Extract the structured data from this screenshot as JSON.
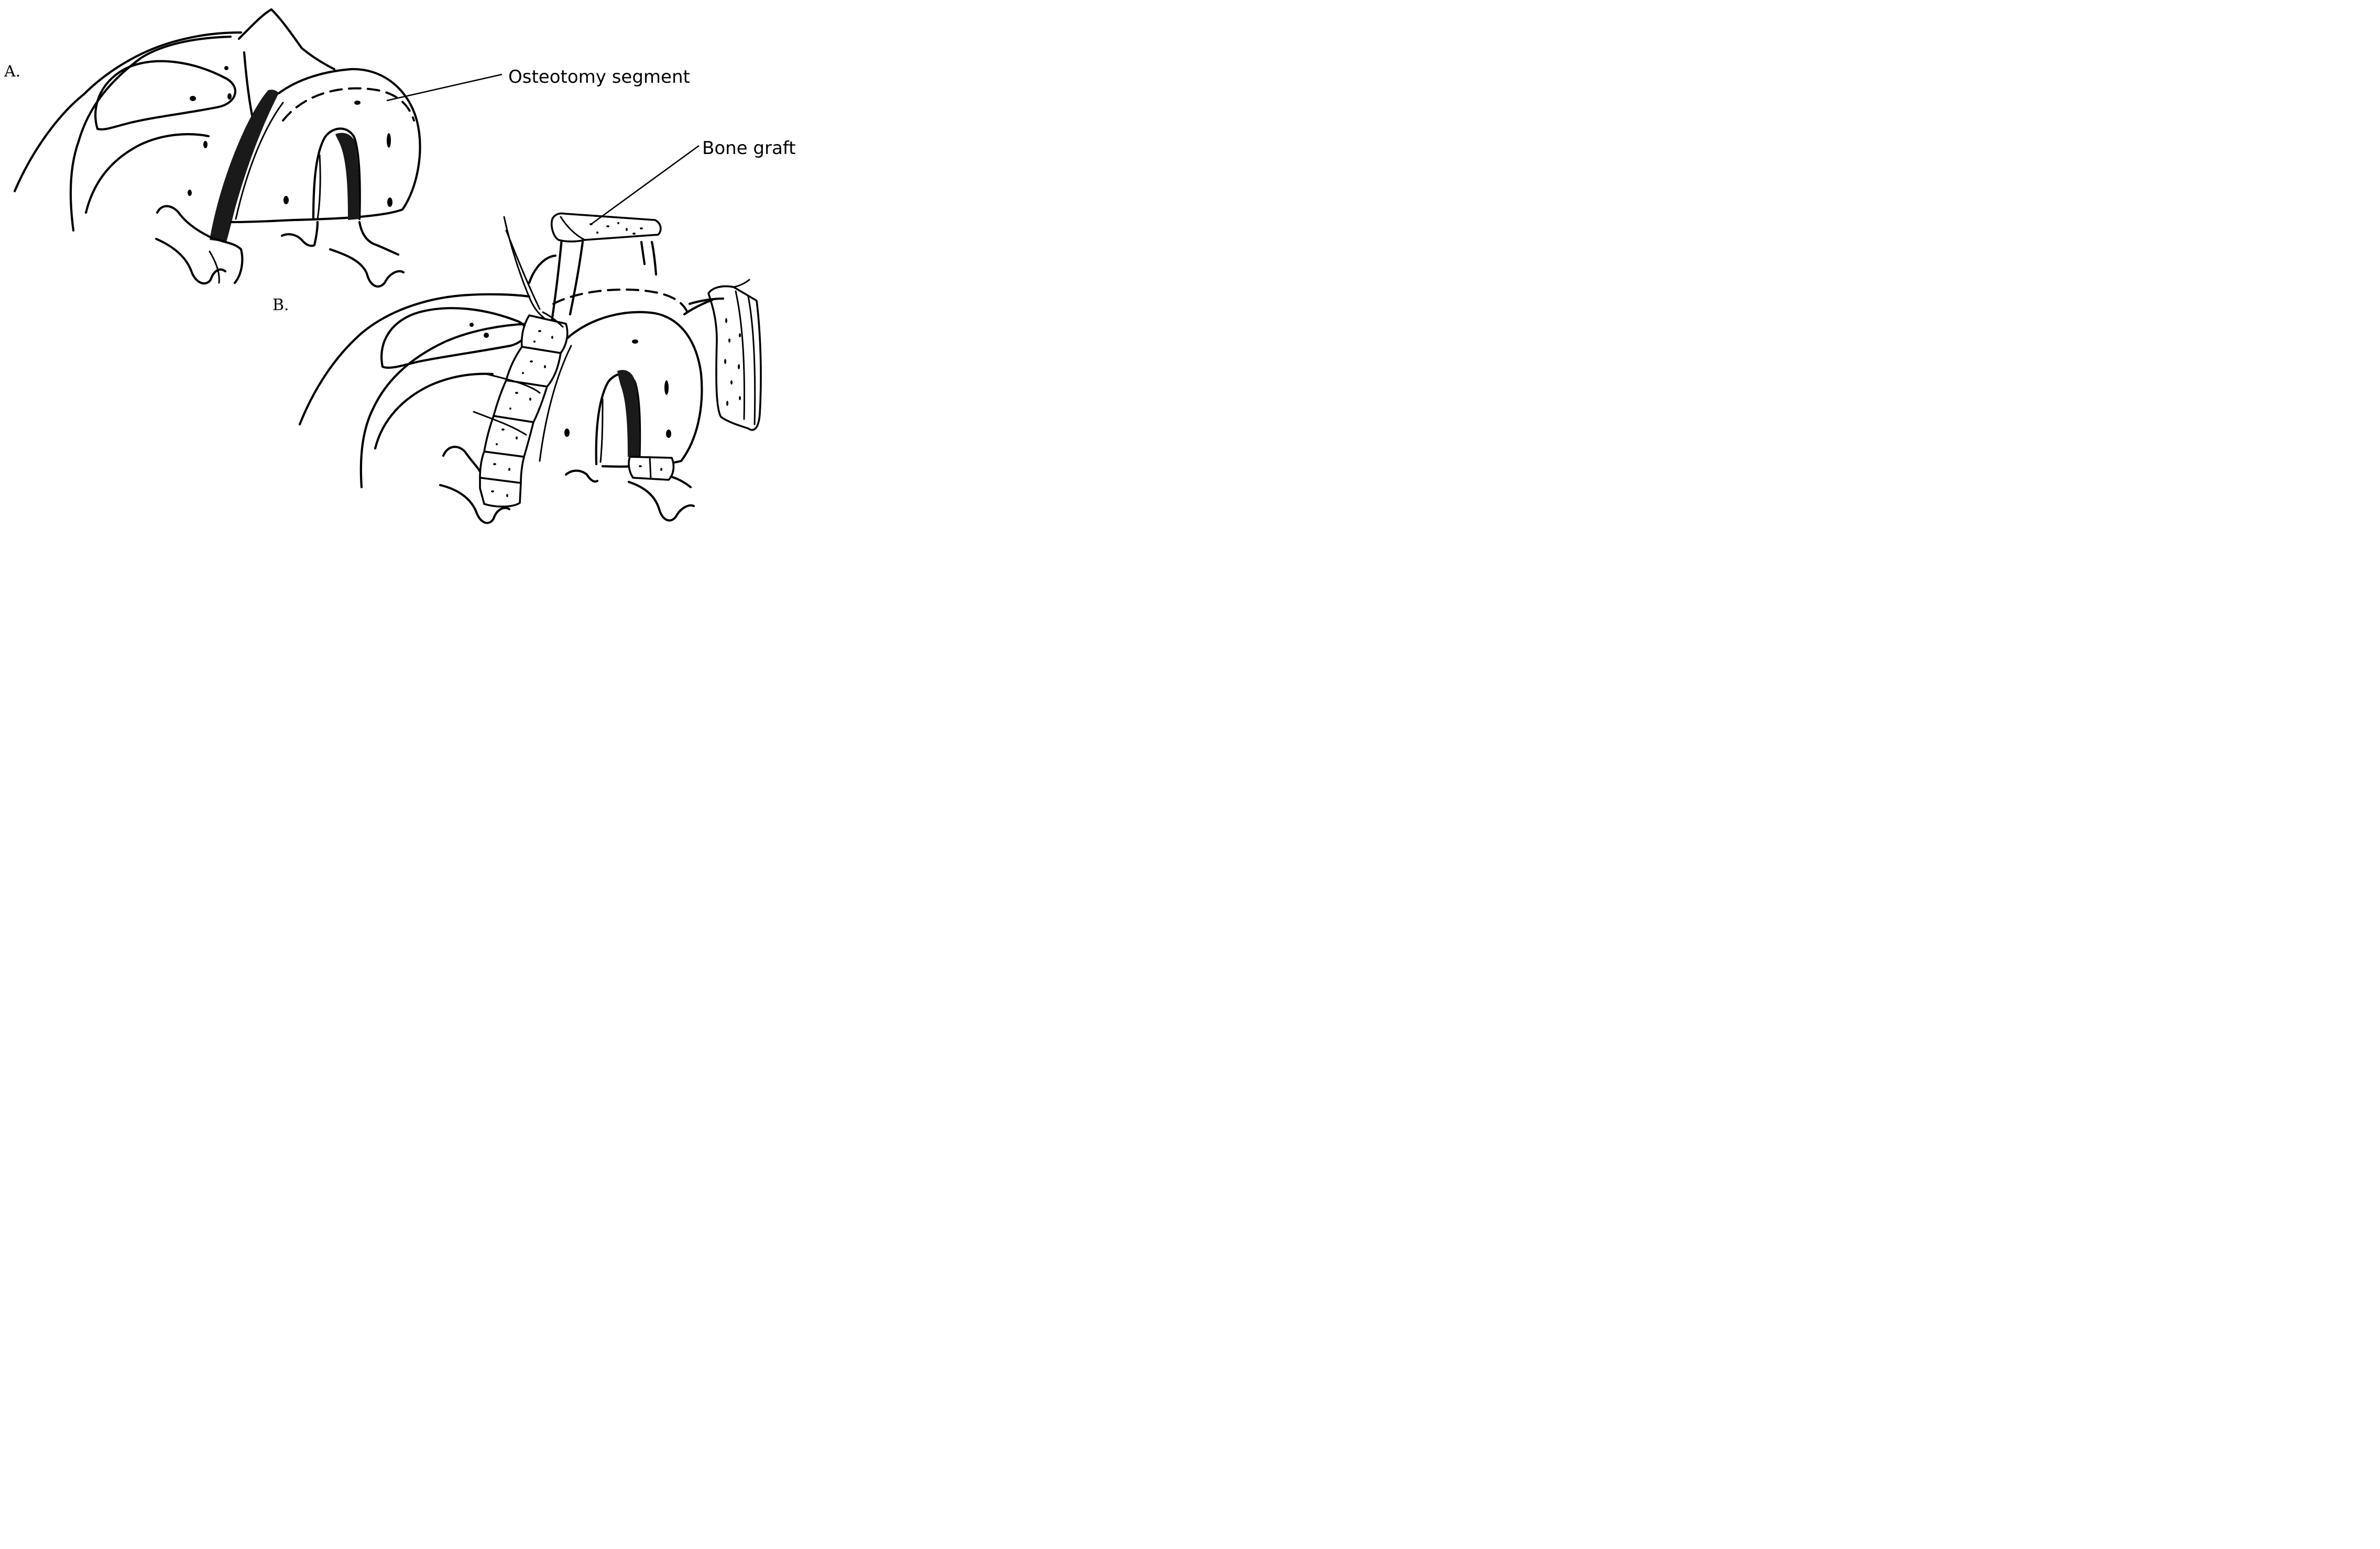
{
  "panels": [
    {
      "id": "A",
      "label": "A."
    },
    {
      "id": "B",
      "label": "B."
    }
  ],
  "callouts": {
    "osteotomy_segment": "Osteotomy segment",
    "bone_graft": "Bone graft"
  }
}
